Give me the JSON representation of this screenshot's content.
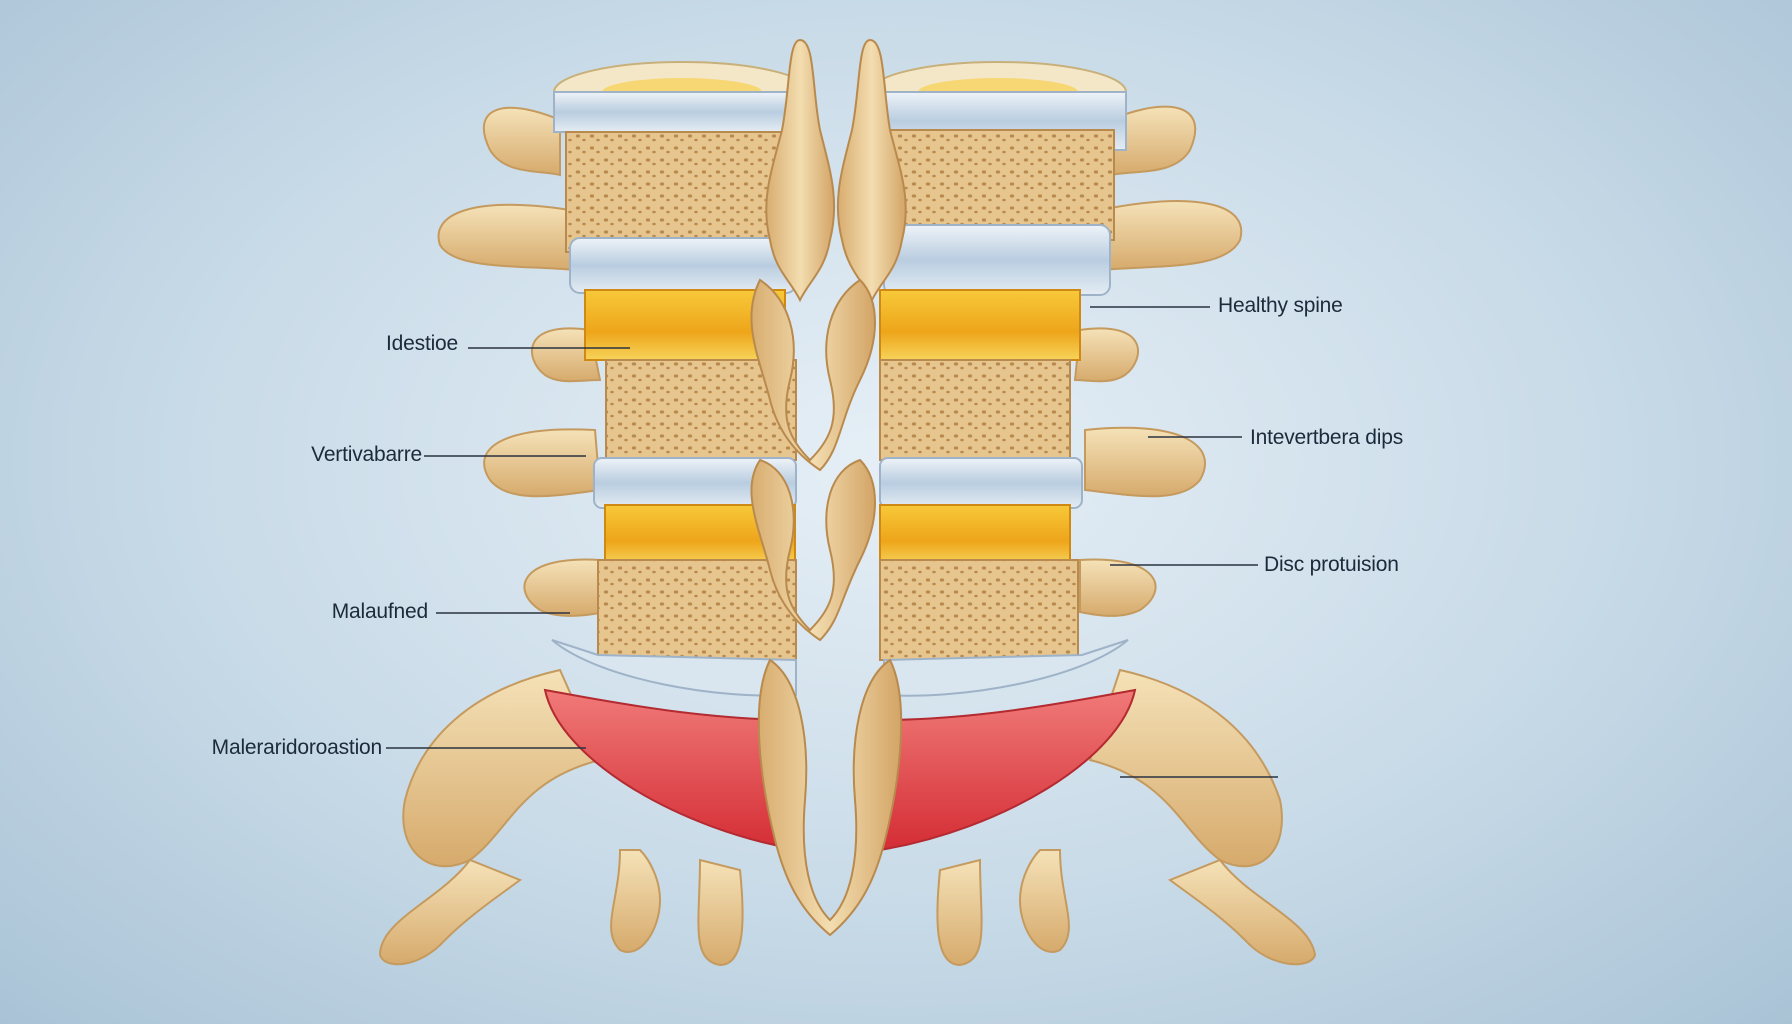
{
  "diagram": {
    "labels_left": [
      {
        "id": "idestioe",
        "text": "Idestioe"
      },
      {
        "id": "vertivabarre",
        "text": "Vertivabarre"
      },
      {
        "id": "malaufned",
        "text": "Malaufned"
      },
      {
        "id": "maleraridoroastion",
        "text": "Maleraridoroastion"
      }
    ],
    "labels_right": [
      {
        "id": "healthy-spine",
        "text": "Healthy spine"
      },
      {
        "id": "intervertebra-dips",
        "text": "Intevertbera dips"
      },
      {
        "id": "disc-protrusion",
        "text": "Disc protuision"
      }
    ],
    "colors": {
      "bone": "#ecd3a0",
      "bone_shadow": "#caa066",
      "disc": "#c9d8e6",
      "nucleus": "#f1b822",
      "muscle": "#e0474a",
      "leader_line": "#2a3340"
    }
  }
}
